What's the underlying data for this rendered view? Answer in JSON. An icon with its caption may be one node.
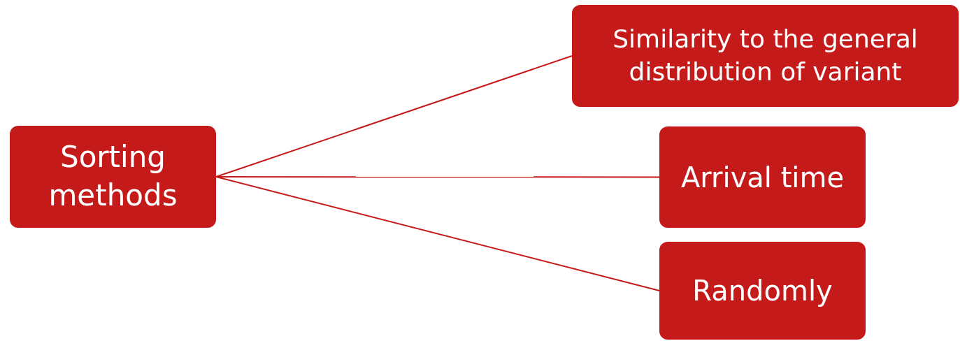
{
  "diagram": {
    "nodes": [
      {
        "text": [
          "Sorting methods"
        ]
      },
      {
        "text": [
          "Similarity to the general distribution of variant"
        ]
      },
      {
        "text": [
          "Arrival time"
        ]
      },
      {
        "text": [
          "Randomly"
        ]
      }
    ],
    "edges": [
      {
        "from": 0,
        "to": 1,
        "arrow": "none"
      },
      {
        "from": 0,
        "to": 2,
        "arrow": "none"
      },
      {
        "from": 0,
        "to": 3,
        "arrow": "none"
      }
    ]
  }
}
